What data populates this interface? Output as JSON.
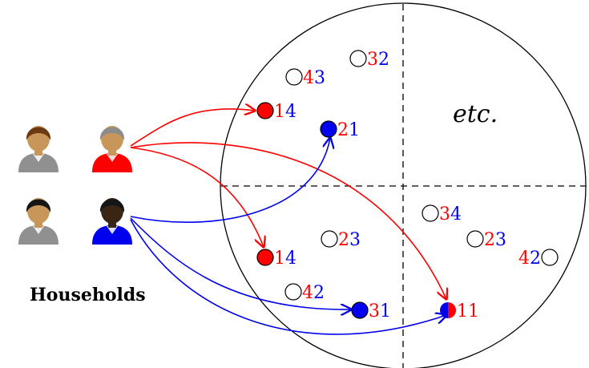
{
  "labels": {
    "households": "Households",
    "etc": "etc."
  },
  "colors": {
    "red": "#ff0000",
    "blue": "#0000ee",
    "black": "#000000",
    "white": "#ffffff",
    "skin_light": "#c9965a",
    "skin_dark": "#3a2414",
    "shirt_gray": "#909090",
    "hair_brown": "#6b3a12",
    "hair_gray": "#8c8c8c",
    "hair_black": "#151515"
  },
  "people": [
    {
      "name": "person-brown-hair-gray-shirt",
      "hair": "hair_brown",
      "skin": "skin_light",
      "shirt": "shirt_gray"
    },
    {
      "name": "person-gray-hair-red-shirt",
      "hair": "hair_gray",
      "skin": "skin_light",
      "shirt": "red"
    },
    {
      "name": "person-black-hair-gray-shirt",
      "hair": "hair_black",
      "skin": "skin_light",
      "shirt": "shirt_gray"
    },
    {
      "name": "person-dark-skin-blue-shirt",
      "hair": "hair_black",
      "skin": "skin_dark",
      "shirt": "blue"
    }
  ],
  "points": [
    {
      "id": "p43",
      "fill": "white",
      "digits": [
        {
          "t": "4",
          "c": "red"
        },
        {
          "t": "3",
          "c": "blue"
        }
      ]
    },
    {
      "id": "p32",
      "fill": "white",
      "digits": [
        {
          "t": "3",
          "c": "red"
        },
        {
          "t": "2",
          "c": "blue"
        }
      ]
    },
    {
      "id": "p14a",
      "fill": "red",
      "digits": [
        {
          "t": "1",
          "c": "red"
        },
        {
          "t": "4",
          "c": "blue"
        }
      ]
    },
    {
      "id": "p21",
      "fill": "blue",
      "digits": [
        {
          "t": "2",
          "c": "red"
        },
        {
          "t": "1",
          "c": "blue"
        }
      ]
    },
    {
      "id": "p34",
      "fill": "white",
      "digits": [
        {
          "t": "3",
          "c": "red"
        },
        {
          "t": "4",
          "c": "blue"
        }
      ]
    },
    {
      "id": "p23a",
      "fill": "white",
      "digits": [
        {
          "t": "2",
          "c": "red"
        },
        {
          "t": "3",
          "c": "blue"
        }
      ]
    },
    {
      "id": "p23b",
      "fill": "white",
      "digits": [
        {
          "t": "2",
          "c": "red"
        },
        {
          "t": "3",
          "c": "blue"
        }
      ]
    },
    {
      "id": "p42b",
      "fill": "white",
      "digits": [
        {
          "t": "4",
          "c": "red"
        },
        {
          "t": "2",
          "c": "blue"
        }
      ]
    },
    {
      "id": "p14b",
      "fill": "red",
      "digits": [
        {
          "t": "1",
          "c": "red"
        },
        {
          "t": "4",
          "c": "blue"
        }
      ]
    },
    {
      "id": "p42a",
      "fill": "white",
      "digits": [
        {
          "t": "4",
          "c": "red"
        },
        {
          "t": "2",
          "c": "blue"
        }
      ]
    },
    {
      "id": "p31",
      "fill": "blue",
      "digits": [
        {
          "t": "3",
          "c": "red"
        },
        {
          "t": "1",
          "c": "blue"
        }
      ]
    },
    {
      "id": "p11",
      "fill": "half",
      "digits": [
        {
          "t": "1",
          "c": "red"
        },
        {
          "t": "1",
          "c": "red"
        }
      ]
    }
  ],
  "arrows": [
    {
      "id": "red-to-14-top",
      "color": "red"
    },
    {
      "id": "red-to-14-bottom",
      "color": "red"
    },
    {
      "id": "red-to-11",
      "color": "red"
    },
    {
      "id": "blue-to-21",
      "color": "blue"
    },
    {
      "id": "blue-to-31",
      "color": "blue"
    },
    {
      "id": "blue-to-11",
      "color": "blue"
    }
  ]
}
